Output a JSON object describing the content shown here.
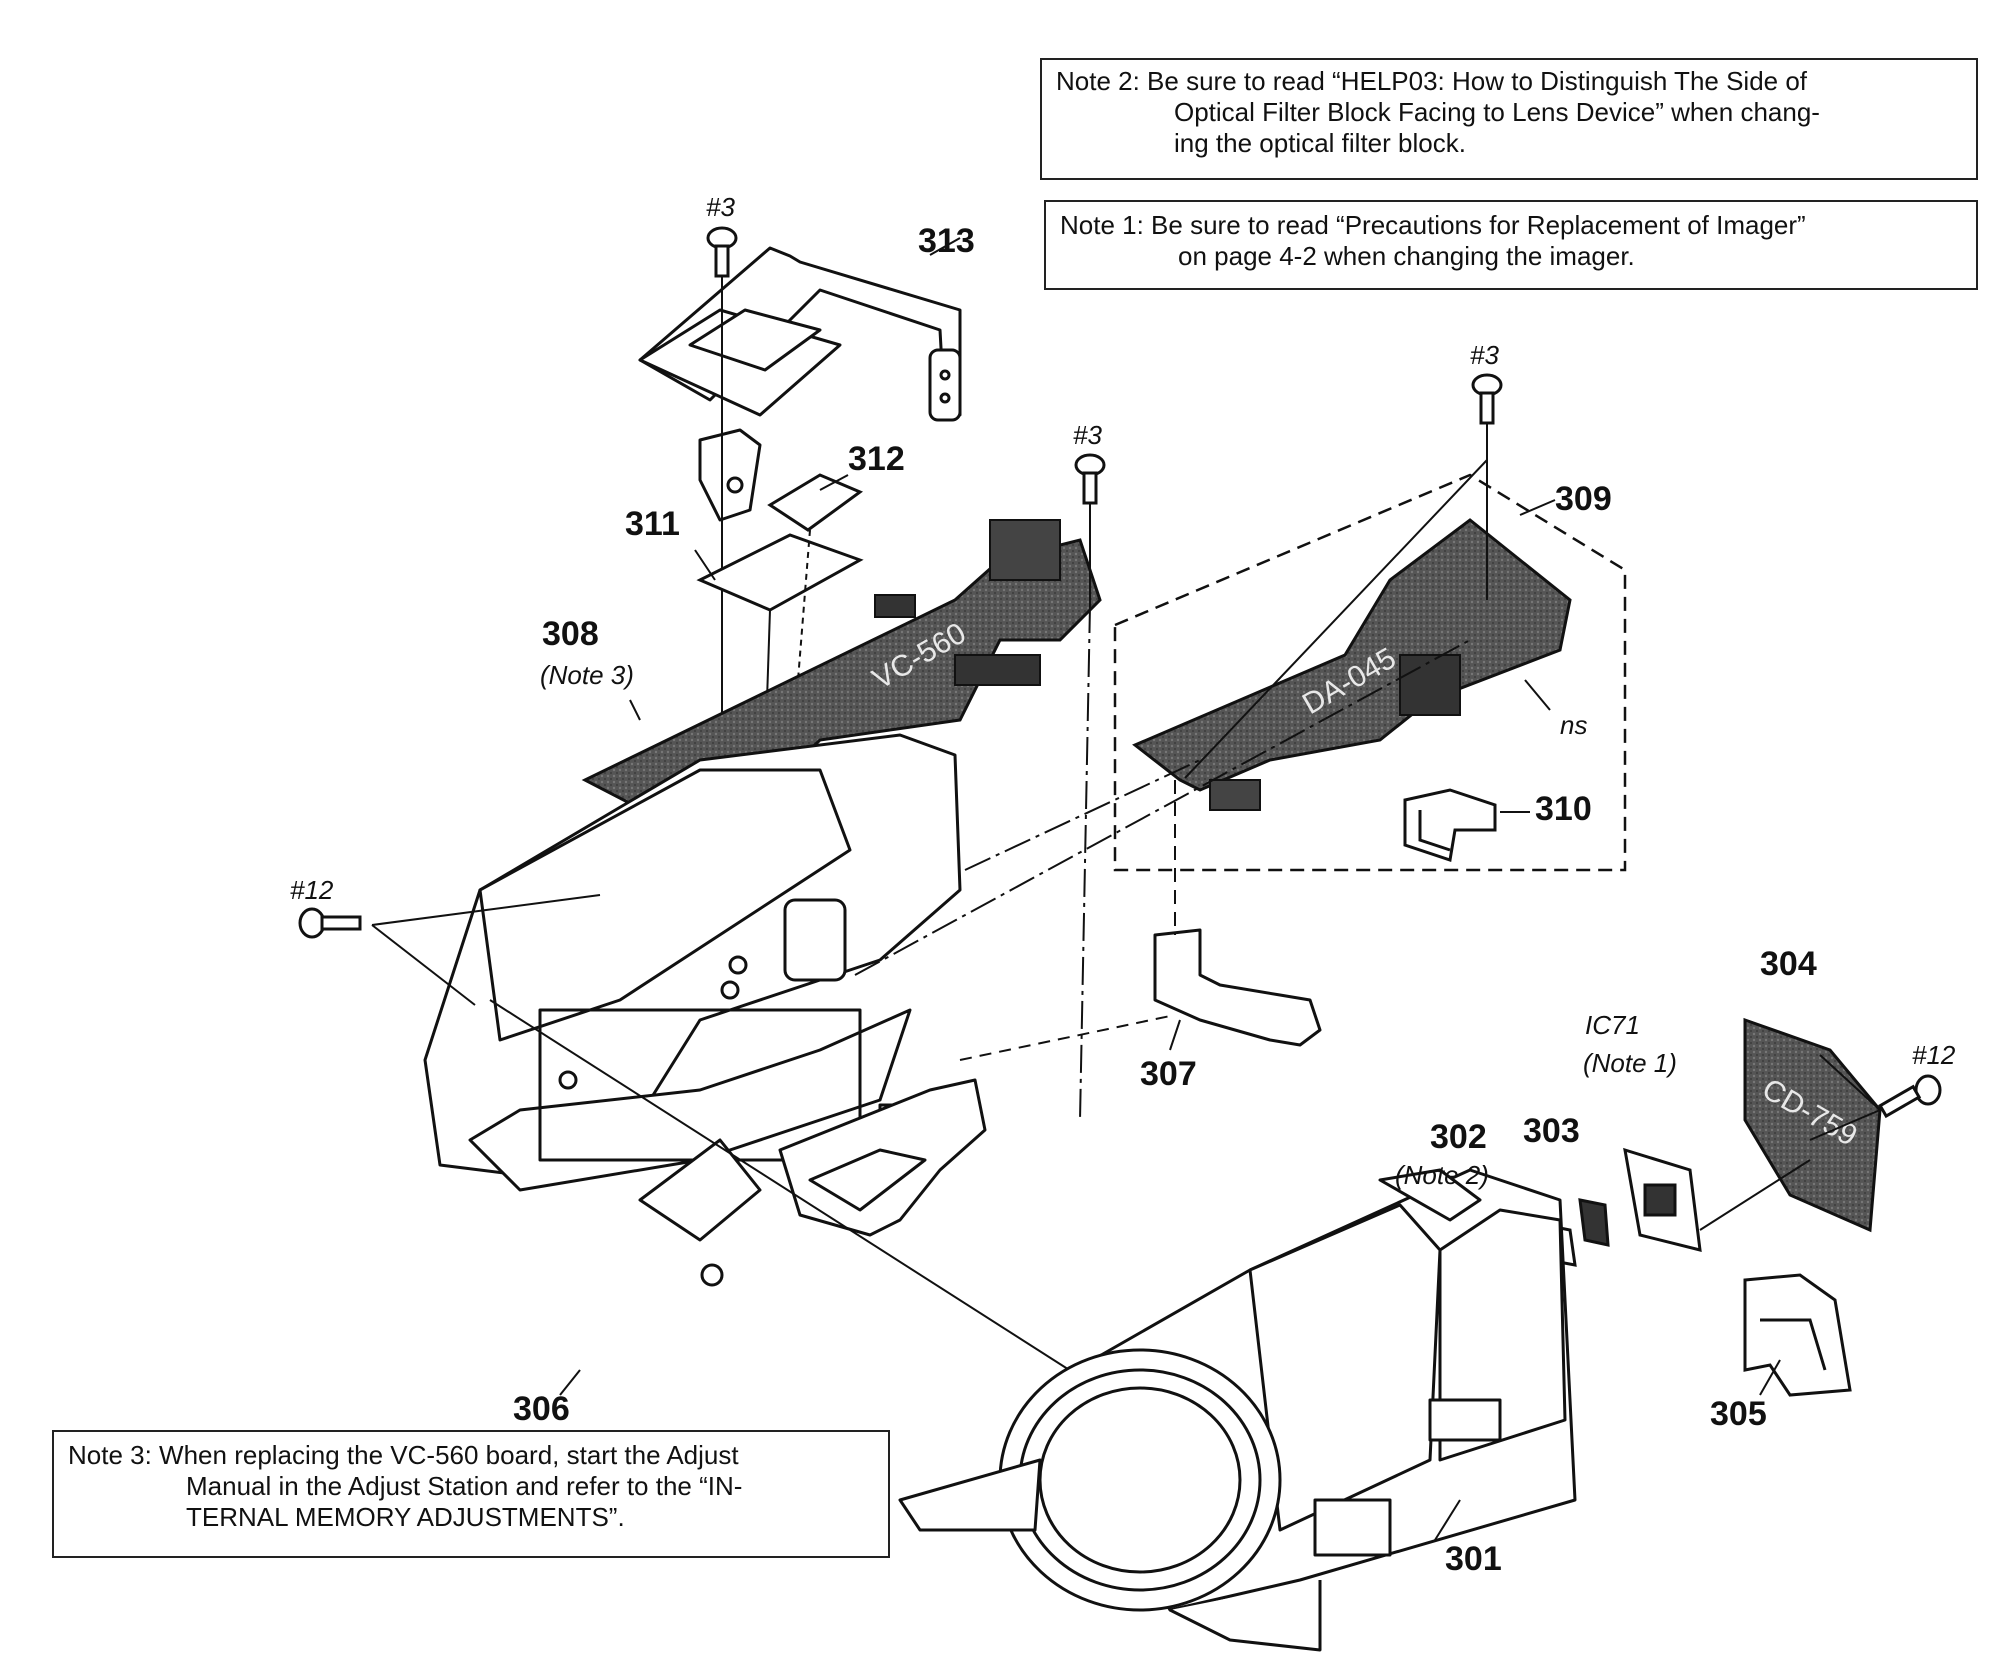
{
  "notes": {
    "note2": {
      "line1": "Note 2: Be sure to read “HELP03: How to Distinguish The Side of",
      "line2": "Optical Filter Block Facing to Lens Device” when chang-",
      "line3": "ing the optical filter block."
    },
    "note1": {
      "line1": "Note 1: Be sure to read “Precautions for Replacement of Imager”",
      "line2": "on page 4-2 when changing the imager."
    },
    "note3": {
      "line1": "Note 3:  When replacing the VC-560 board, start the Adjust",
      "line2": "Manual in the Adjust Station and refer to the “IN-",
      "line3": "TERNAL MEMORY ADJUSTMENTS”."
    }
  },
  "parts": {
    "p313": "313",
    "p312": "312",
    "p311": "311",
    "p309": "309",
    "p308": "308",
    "p308_note": "(Note 3)",
    "p310": "310",
    "p307": "307",
    "p304": "304",
    "p303": "303",
    "p302": "302",
    "p302_note": "(Note 2)",
    "p306": "306",
    "p305": "305",
    "p301": "301",
    "ic71": "IC71",
    "ic71_note": "(Note 1)",
    "ns": "ns"
  },
  "screws": {
    "s3_a": "#3",
    "s3_b": "#3",
    "s3_c": "#3",
    "s12_left": "#12",
    "s12_right": "#12"
  },
  "board_labels": {
    "vc560": "VC-560",
    "da045": "DA-045",
    "cd759": "CD-759"
  }
}
